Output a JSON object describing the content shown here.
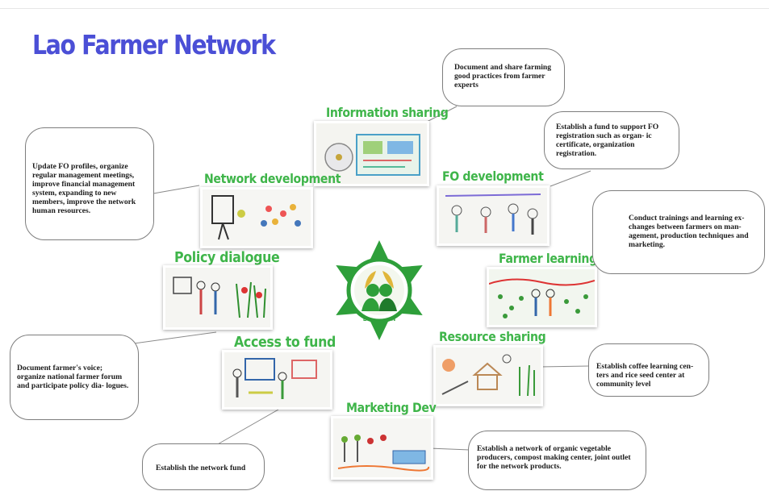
{
  "title": "Lao Farmer Network",
  "colors": {
    "title": "#4b4fd6",
    "label": "#3fb54a",
    "logo": "#2e9f3a"
  },
  "logo": {
    "icon": "lfn-emblem-icon",
    "letters": [
      "L",
      "F",
      "N"
    ]
  },
  "nodes": {
    "information": {
      "label": "Information sharing",
      "note": "Document and share farming good practices from farmer experts"
    },
    "fo_development": {
      "label": "FO development",
      "note": "Establish a fund to support FO registration such as organ- ic certificate, organization registration."
    },
    "network_development": {
      "label": "Network development",
      "note": "Update FO profiles, organize regular management meetings, improve financial management system,  expanding to new members, improve the network human resources."
    },
    "farmer_learning": {
      "label": "Farmer learning",
      "note": "Conduct trainings and learning ex- changes between farmers on man- agement, production techniques and marketing."
    },
    "policy_dialogue": {
      "label": "Policy dialogue",
      "note": "Document farmer's voice; organize national farmer forum and participate policy dia- logues."
    },
    "resource_sharing": {
      "label": "Resource  sharing",
      "note": "Establish coffee learning cen- ters and rice seed center at community level"
    },
    "access_to_fund": {
      "label": "Access to fund",
      "note": "Establish the network fund"
    },
    "marketing_dev": {
      "label": "Marketing Dev",
      "note": "Establish a network of organic vegetable producers, compost making center, joint outlet for the network products."
    }
  }
}
